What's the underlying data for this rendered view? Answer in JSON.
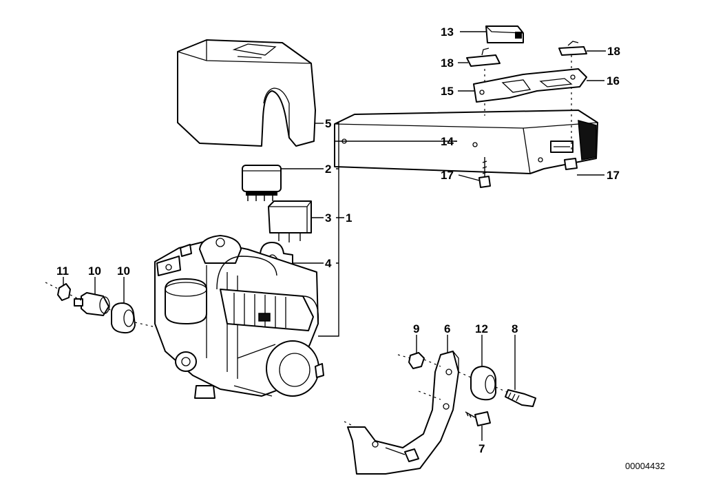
{
  "diagram": {
    "reference_number": "00004432",
    "callouts": [
      {
        "id": "c1",
        "label": "1"
      },
      {
        "id": "c2",
        "label": "2"
      },
      {
        "id": "c3",
        "label": "3"
      },
      {
        "id": "c4",
        "label": "4"
      },
      {
        "id": "c5",
        "label": "5"
      },
      {
        "id": "c6",
        "label": "6"
      },
      {
        "id": "c7",
        "label": "7"
      },
      {
        "id": "c8",
        "label": "8"
      },
      {
        "id": "c9",
        "label": "9"
      },
      {
        "id": "c10a",
        "label": "10"
      },
      {
        "id": "c10b",
        "label": "10"
      },
      {
        "id": "c11",
        "label": "11"
      },
      {
        "id": "c12",
        "label": "12"
      },
      {
        "id": "c13",
        "label": "13"
      },
      {
        "id": "c14",
        "label": "14"
      },
      {
        "id": "c15",
        "label": "15"
      },
      {
        "id": "c16",
        "label": "16"
      },
      {
        "id": "c17a",
        "label": "17"
      },
      {
        "id": "c17b",
        "label": "17"
      },
      {
        "id": "c18a",
        "label": "18"
      },
      {
        "id": "c18b",
        "label": "18"
      }
    ]
  }
}
